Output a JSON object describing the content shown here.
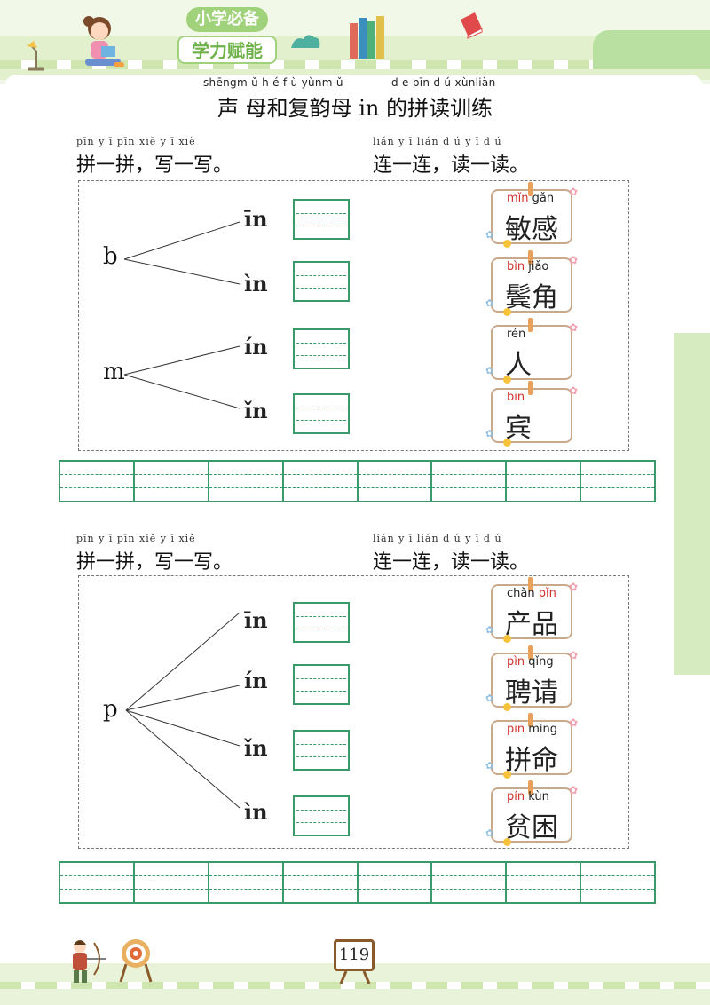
{
  "header": {
    "brand_line1": "小学必备",
    "brand_line2": "学力赋能"
  },
  "title": {
    "pinyin_left": "shēngm ǔ h é f ù yùnm ǔ",
    "pinyin_right": "d e pīn d ú xùnliàn",
    "text": "声  母和复韵母 in 的拼读训练"
  },
  "sections": [
    {
      "left_heading_pinyin": "pīn y ī pīn    xiě y ī xiě",
      "left_heading": "拼一拼，写一写。",
      "right_heading_pinyin": "lián y ī lián    d ú y ī d ú",
      "right_heading": "连一连，读一读。",
      "initials": [
        "b",
        "m"
      ],
      "finals": [
        "īn",
        "ìn",
        "ín",
        "ǐn"
      ],
      "cards": [
        {
          "py_red": "mǐn",
          "py_black": " gǎn",
          "red_first": true,
          "word": "敏感"
        },
        {
          "py_red": "bìn",
          "py_black": " jiǎo",
          "red_first": true,
          "word": "鬓角"
        },
        {
          "py_red": "",
          "py_black": "rén",
          "red_first": true,
          "word": "人"
        },
        {
          "py_red": "bīn",
          "py_black": "",
          "red_first": true,
          "word": "宾"
        }
      ]
    },
    {
      "left_heading_pinyin": "pīn y ī pīn    xiě y ī xiě",
      "left_heading": "拼一拼，写一写。",
      "right_heading_pinyin": "lián y ī lián    d ú y ī d ú",
      "right_heading": "连一连，读一读。",
      "initials": [
        "p"
      ],
      "finals": [
        "īn",
        "ín",
        "ǐn",
        "ìn"
      ],
      "cards": [
        {
          "py_black": "chǎn ",
          "py_red": "pǐn",
          "red_first": false,
          "word": "产品"
        },
        {
          "py_red": "pìn",
          "py_black": " qǐng",
          "red_first": true,
          "word": "聘请"
        },
        {
          "py_red": "pīn",
          "py_black": " mìng",
          "red_first": true,
          "word": "拼命"
        },
        {
          "py_red": "pín",
          "py_black": " kùn",
          "red_first": true,
          "word": "贫困"
        }
      ]
    }
  ],
  "page_number": "119",
  "colors": {
    "accent_green": "#3a9a6a",
    "pinyin_red": "#d3302c",
    "header_green": "#9fd27a"
  },
  "icons": [
    "girl-reading-icon",
    "books-icon",
    "red-book-icon",
    "cloud-icon",
    "lamp-icon",
    "archer-icon",
    "target-icon"
  ]
}
